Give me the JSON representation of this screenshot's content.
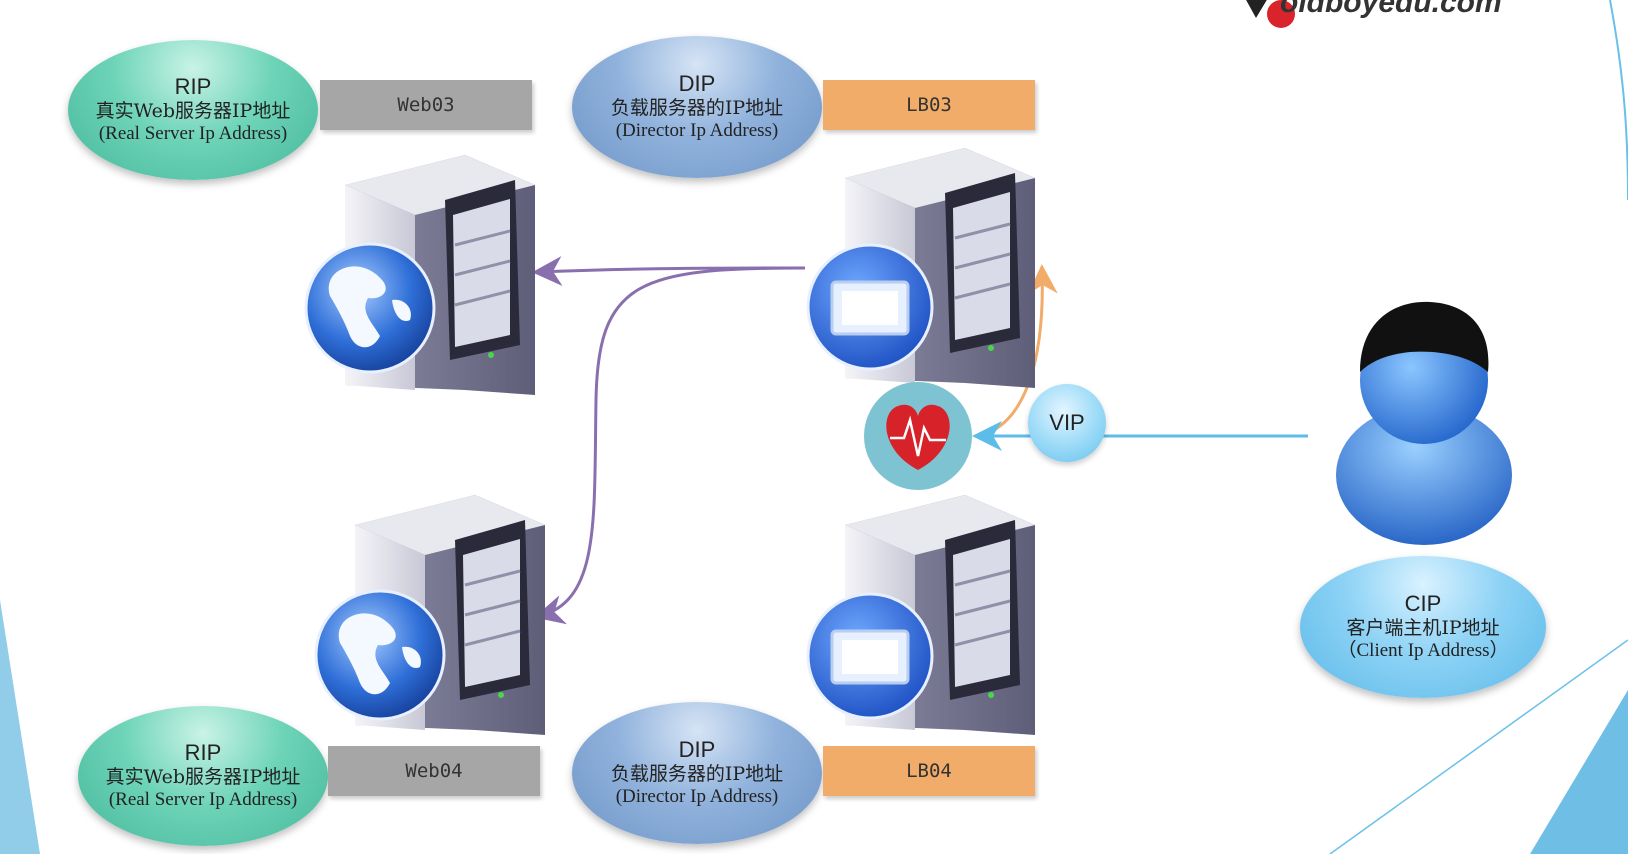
{
  "logo": {
    "text": "oldboyedu.com"
  },
  "web03": {
    "title": "RIP",
    "cn": "真实Web服务器IP地址",
    "en": "(Real Server Ip Address)",
    "tag": "Web03"
  },
  "lb03": {
    "title": "DIP",
    "cn": "负载服务器的IP地址",
    "en": "(Director Ip Address)",
    "tag": "LB03"
  },
  "web04": {
    "title": "RIP",
    "cn": "真实Web服务器IP地址",
    "en": "(Real Server Ip Address)",
    "tag": "Web04"
  },
  "lb04": {
    "title": "DIP",
    "cn": "负载服务器的IP地址",
    "en": "(Director Ip Address)",
    "tag": "LB04"
  },
  "vip": {
    "label": "VIP"
  },
  "client": {
    "title": "CIP",
    "cn": "客户端主机IP地址",
    "en": "（Client Ip Address）"
  },
  "colors": {
    "rip_ellipse": "#6ed4b8",
    "dip_ellipse": "#90b2dc",
    "cip_ellipse": "#8dd2f5",
    "web_tag": "#a6a6a6",
    "lb_tag": "#f0ac68",
    "arrow_purple": "#8a6fae",
    "arrow_orange": "#f0ac68",
    "arrow_blue": "#5bbde8"
  },
  "icons": [
    "globe-icon",
    "server-icon",
    "monitor-icon",
    "heartbeat-icon",
    "user-icon",
    "logo-icon"
  ]
}
